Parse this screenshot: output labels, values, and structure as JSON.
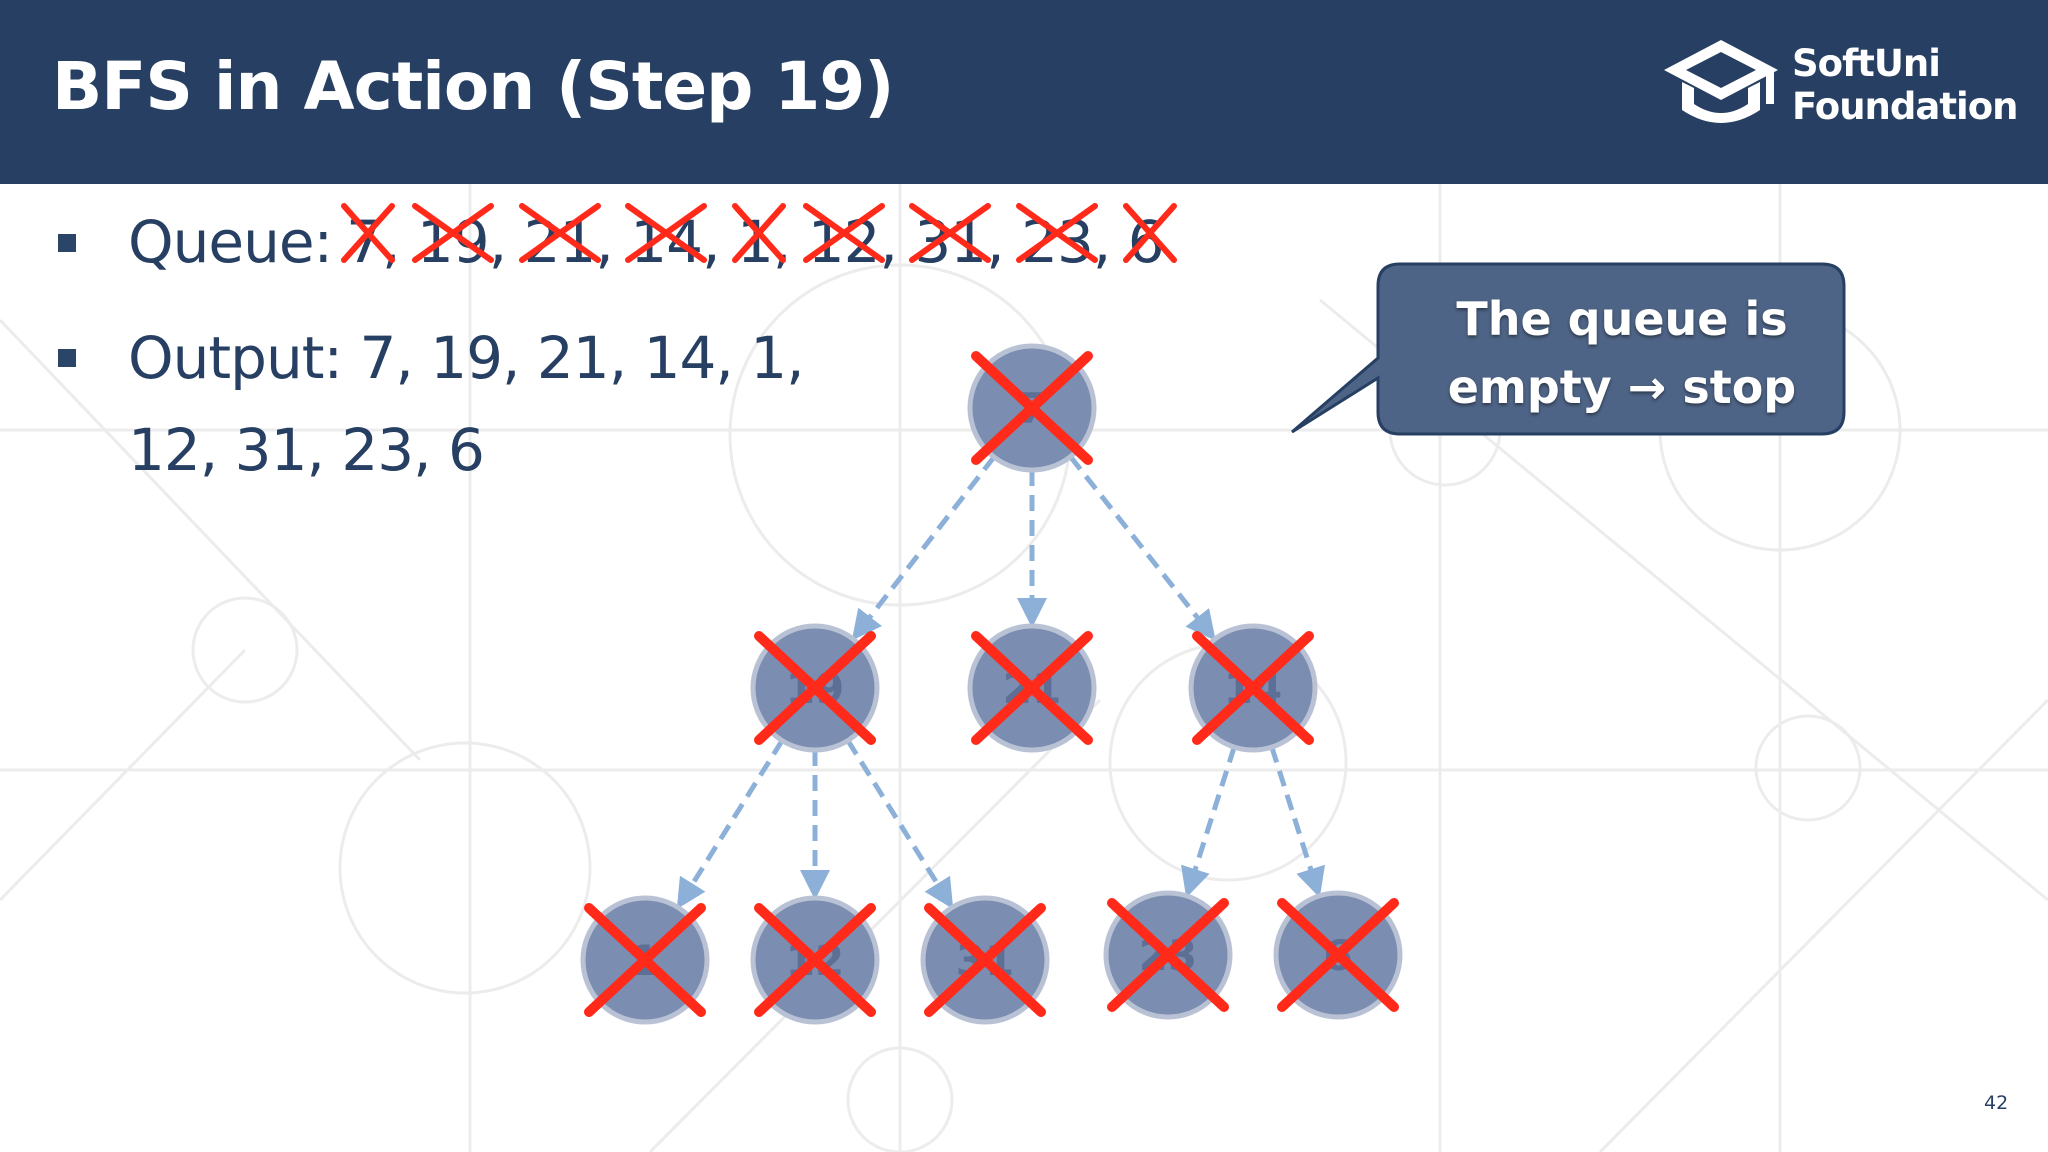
{
  "slide": {
    "title": "BFS in Action (Step 19)",
    "page_number": "42"
  },
  "logo": {
    "line1": "SoftUni",
    "line2": "Foundation",
    "icon": "graduation-cap-icon"
  },
  "queue": {
    "label": "Queue:",
    "items": [
      "7",
      "19",
      "21",
      "14",
      "1",
      "12",
      "31",
      "23",
      "6"
    ],
    "separator": ","
  },
  "output": {
    "label": "Output:",
    "line1_values": "7, 19, 21, 14, 1,",
    "line2_values": "12, 31, 23, 6"
  },
  "callout": {
    "line1": "The queue is",
    "line2": "empty → stop"
  },
  "tree": {
    "nodes": [
      {
        "id": "7",
        "level": 0
      },
      {
        "id": "19",
        "level": 1
      },
      {
        "id": "21",
        "level": 1
      },
      {
        "id": "14",
        "level": 1
      },
      {
        "id": "1",
        "level": 2
      },
      {
        "id": "12",
        "level": 2
      },
      {
        "id": "31",
        "level": 2
      },
      {
        "id": "23",
        "level": 2
      },
      {
        "id": "6",
        "level": 2
      }
    ],
    "edges": [
      [
        "7",
        "19"
      ],
      [
        "7",
        "21"
      ],
      [
        "7",
        "14"
      ],
      [
        "19",
        "1"
      ],
      [
        "19",
        "12"
      ],
      [
        "19",
        "31"
      ],
      [
        "14",
        "23"
      ],
      [
        "14",
        "6"
      ]
    ],
    "all_visited": true
  },
  "colors": {
    "header": "#263f62",
    "text": "#263f62",
    "node_fill": "#7b8db1",
    "edge": "#8cb0d8",
    "cross": "#ff2a1a",
    "callout": "#4e6486"
  }
}
